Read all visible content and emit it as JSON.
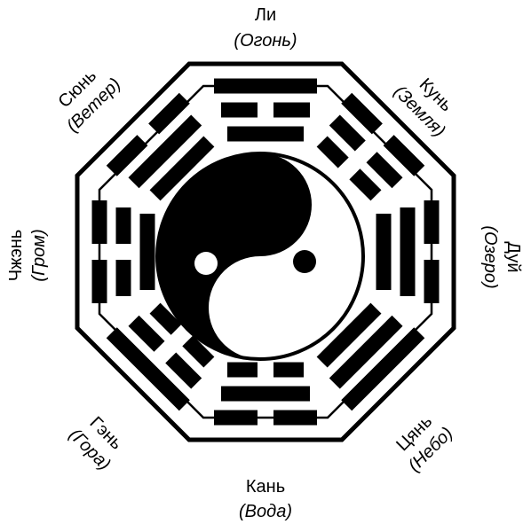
{
  "trigrams": [
    {
      "id": "top",
      "name": "Ли",
      "element": "(Огонь)",
      "lines": [
        "solid",
        "broken",
        "solid"
      ]
    },
    {
      "id": "top-right",
      "name": "Кунь",
      "element": "(Земля)",
      "lines": [
        "broken",
        "broken",
        "broken"
      ]
    },
    {
      "id": "right",
      "name": "Дуй",
      "element": "(Озеро)",
      "lines": [
        "broken",
        "solid",
        "solid"
      ]
    },
    {
      "id": "bottom-right",
      "name": "Цянь",
      "element": "(Небо)",
      "lines": [
        "solid",
        "solid",
        "solid"
      ]
    },
    {
      "id": "bottom",
      "name": "Кань",
      "element": "(Вода)",
      "lines": [
        "broken",
        "solid",
        "broken"
      ]
    },
    {
      "id": "bottom-left",
      "name": "Гэнь",
      "element": "(Гора)",
      "lines": [
        "solid",
        "broken",
        "broken"
      ]
    },
    {
      "id": "left",
      "name": "Чжэнь",
      "element": "(Гром)",
      "lines": [
        "broken",
        "broken",
        "solid"
      ]
    },
    {
      "id": "top-left",
      "name": "Сюнь",
      "element": "(Ветер)",
      "lines": [
        "broken",
        "solid",
        "solid"
      ]
    }
  ],
  "colors": {
    "ink": "#000000",
    "paper": "#ffffff"
  },
  "center_symbol": "yin-yang"
}
